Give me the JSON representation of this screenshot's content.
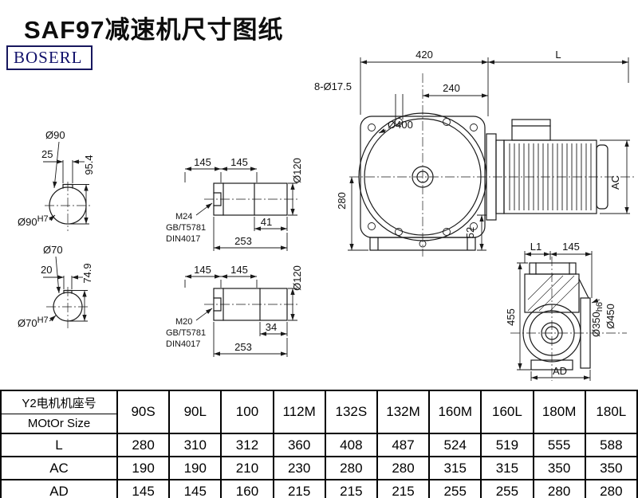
{
  "header": {
    "title": "SAF97减速机尺寸图纸",
    "logo": "BOSERL"
  },
  "front_view": {
    "dim_width_top": "420",
    "dim_motor_length": "L",
    "holes_label": "8-Ø17.5",
    "dim_240": "240",
    "dia_flange": "Ø400",
    "dim_280": "280",
    "dim_52": "52",
    "dim_ac": "AC"
  },
  "section_90": {
    "dia_label": "Ø90",
    "key_width": "25",
    "height": "95.4",
    "bore": "Ø90",
    "bore_tol": "H7"
  },
  "section_70": {
    "dia_label": "Ø70",
    "key_width": "20",
    "height": "74.9",
    "bore": "Ø70",
    "bore_tol": "H7"
  },
  "shaft_m24": {
    "seg1": "145",
    "seg2": "145",
    "dia": "Ø120",
    "thread": "M24",
    "std_gb": "GB/T5781",
    "std_din": "DIN4017",
    "thread_len": "41",
    "total_len": "253"
  },
  "shaft_m20": {
    "seg1": "145",
    "seg2": "145",
    "dia": "Ø120",
    "thread": "M20",
    "std_gb": "GB/T5781",
    "std_din": "DIN4017",
    "thread_len": "34",
    "total_len": "253"
  },
  "side_view": {
    "dim_l1": "L1",
    "dim_145": "145",
    "dim_455": "455",
    "dia_spigot": "Ø350",
    "dia_spigot_tol": "h6",
    "dia_flange": "Ø450",
    "dim_ad": "AD"
  },
  "table": {
    "header_cn": "Y2电机机座号",
    "header_en": "MOtOr Size",
    "sizes": [
      "90S",
      "90L",
      "100",
      "112M",
      "132S",
      "132M",
      "160M",
      "160L",
      "180M",
      "180L"
    ],
    "rows": [
      {
        "label": "L",
        "values": [
          "280",
          "310",
          "312",
          "360",
          "408",
          "487",
          "524",
          "519",
          "555",
          "588"
        ]
      },
      {
        "label": "AC",
        "values": [
          "190",
          "190",
          "210",
          "230",
          "280",
          "280",
          "315",
          "315",
          "350",
          "350"
        ]
      },
      {
        "label": "AD",
        "values": [
          "145",
          "145",
          "160",
          "215",
          "215",
          "215",
          "255",
          "255",
          "280",
          "280"
        ]
      }
    ]
  }
}
